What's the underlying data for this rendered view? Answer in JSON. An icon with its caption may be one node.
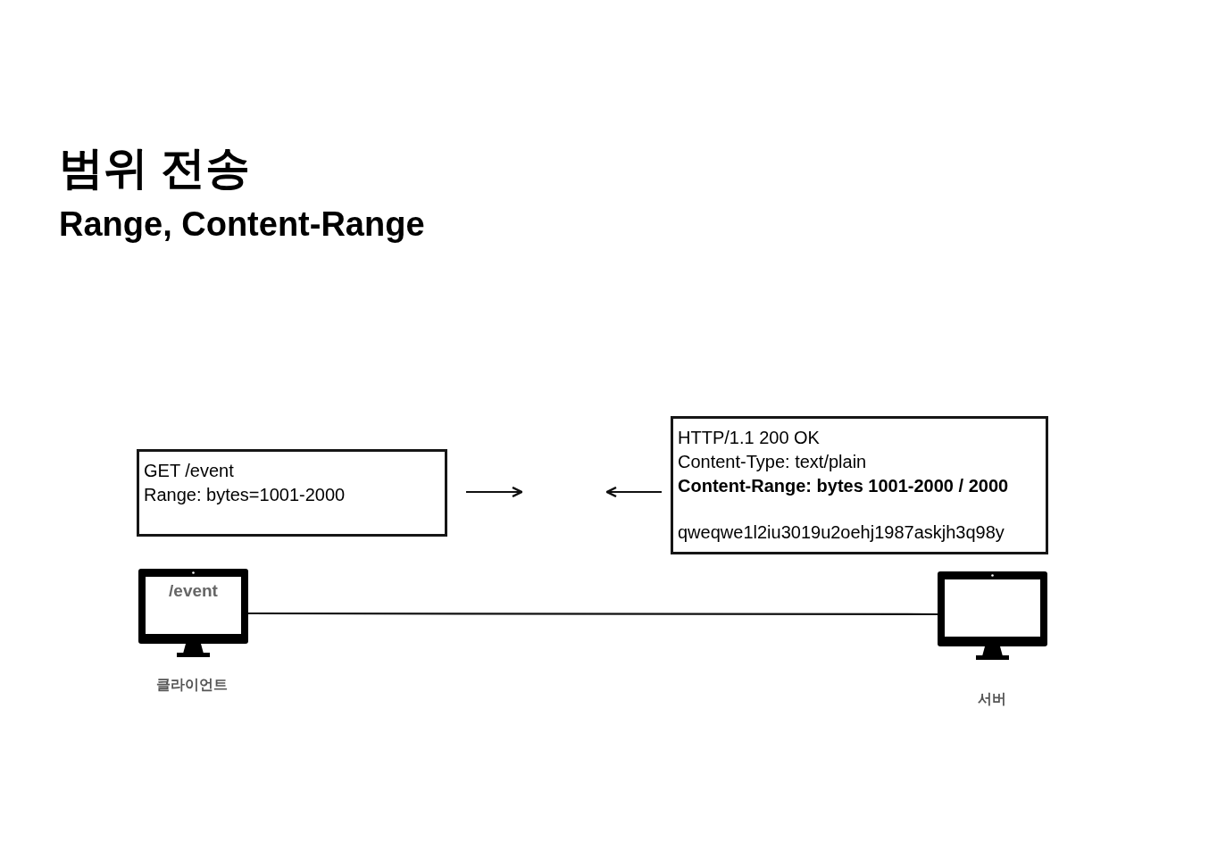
{
  "diagram": {
    "title": "범위 전송",
    "nodes": [
      {
        "text": [
          "GET /event",
          "Range: bytes=1001-2000"
        ]
      },
      {
        "text": [
          "HTTP/1.1 200 OK",
          "Content-Type: text/plain",
          "Content-Range: bytes 1001-2000 / 2000",
          "qweqwe1l2iu3019u2oehj1987askjh3q98y"
        ]
      },
      {
        "text": [
          "/event"
        ],
        "beside": [
          "클라이언트"
        ]
      },
      {
        "text": [],
        "shape": "monitor",
        "beside": [
          "서버"
        ]
      }
    ],
    "edges": [
      {
        "from": 2,
        "to": 3,
        "arrow": "none"
      }
    ],
    "labels": [
      "Range, Content-Range"
    ]
  }
}
